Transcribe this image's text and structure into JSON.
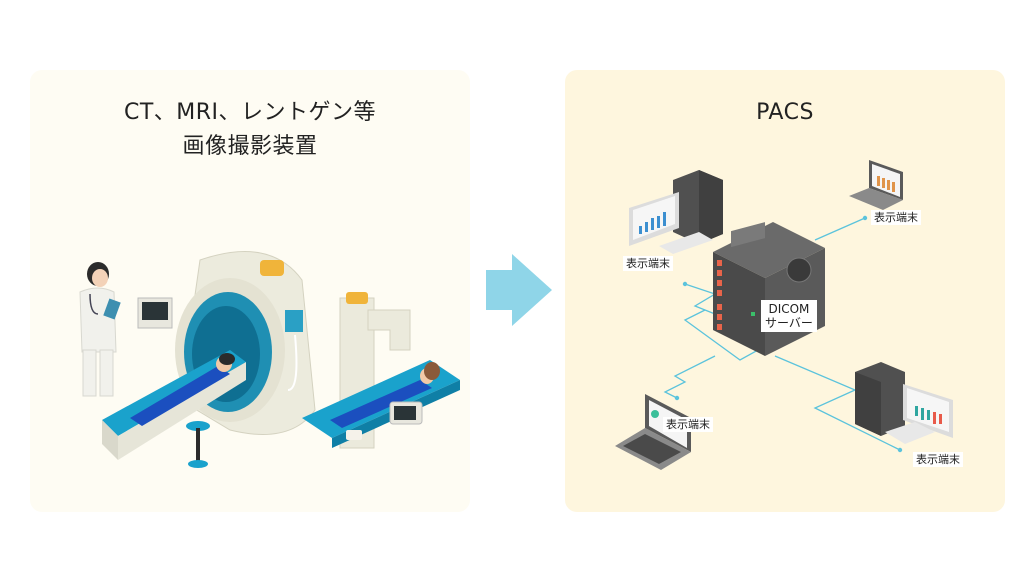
{
  "left_panel": {
    "title_line1": "CT、MRI、レントゲン等",
    "title_line2": "画像撮影装置",
    "background": "#fefcf3"
  },
  "right_panel": {
    "title": "PACS",
    "background": "#fef6de",
    "server": {
      "label_line1": "DICOM",
      "label_line2": "サーバー"
    },
    "terminals": [
      {
        "id": "top-left-desktop",
        "label": "表示端末"
      },
      {
        "id": "top-right-laptop",
        "label": "表示端末"
      },
      {
        "id": "bottom-left-laptop",
        "label": "表示端末"
      },
      {
        "id": "bottom-right-desktop",
        "label": "表示端末"
      }
    ],
    "line_color": "#5bc3dc"
  },
  "arrow": {
    "color": "#8fd5e8",
    "direction": "right"
  }
}
